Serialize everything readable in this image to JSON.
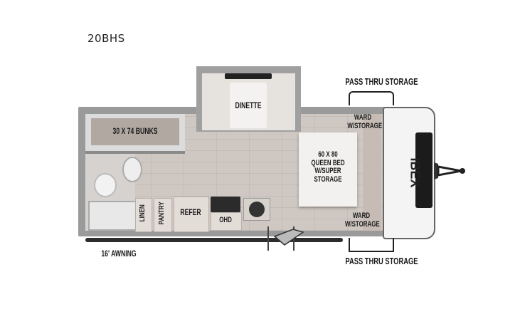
{
  "model": "20BHS",
  "brand_logo": "IBEX",
  "labels": {
    "bunks": "30 X 74 BUNKS",
    "dinette": "DINETTE",
    "bed": [
      "60 X 80",
      "QUEEN BED",
      "W/SUPER",
      "STORAGE"
    ],
    "ward_top": [
      "WARD",
      "W/STORAGE"
    ],
    "ward_bottom": [
      "WARD",
      "W/STORAGE"
    ],
    "pass_thru_top": "PASS THRU STORAGE",
    "pass_thru_bottom": "PASS THRU STORAGE",
    "linen": "LINEN",
    "pantry": "PANTRY",
    "refer": "REFER",
    "ohd": "OHD",
    "awning": "16' AWNING"
  },
  "icons": [
    "hitch-icon",
    "entry-step-icon",
    "stove-icon",
    "sink-icon",
    "toilet-icon",
    "shower-icon"
  ]
}
